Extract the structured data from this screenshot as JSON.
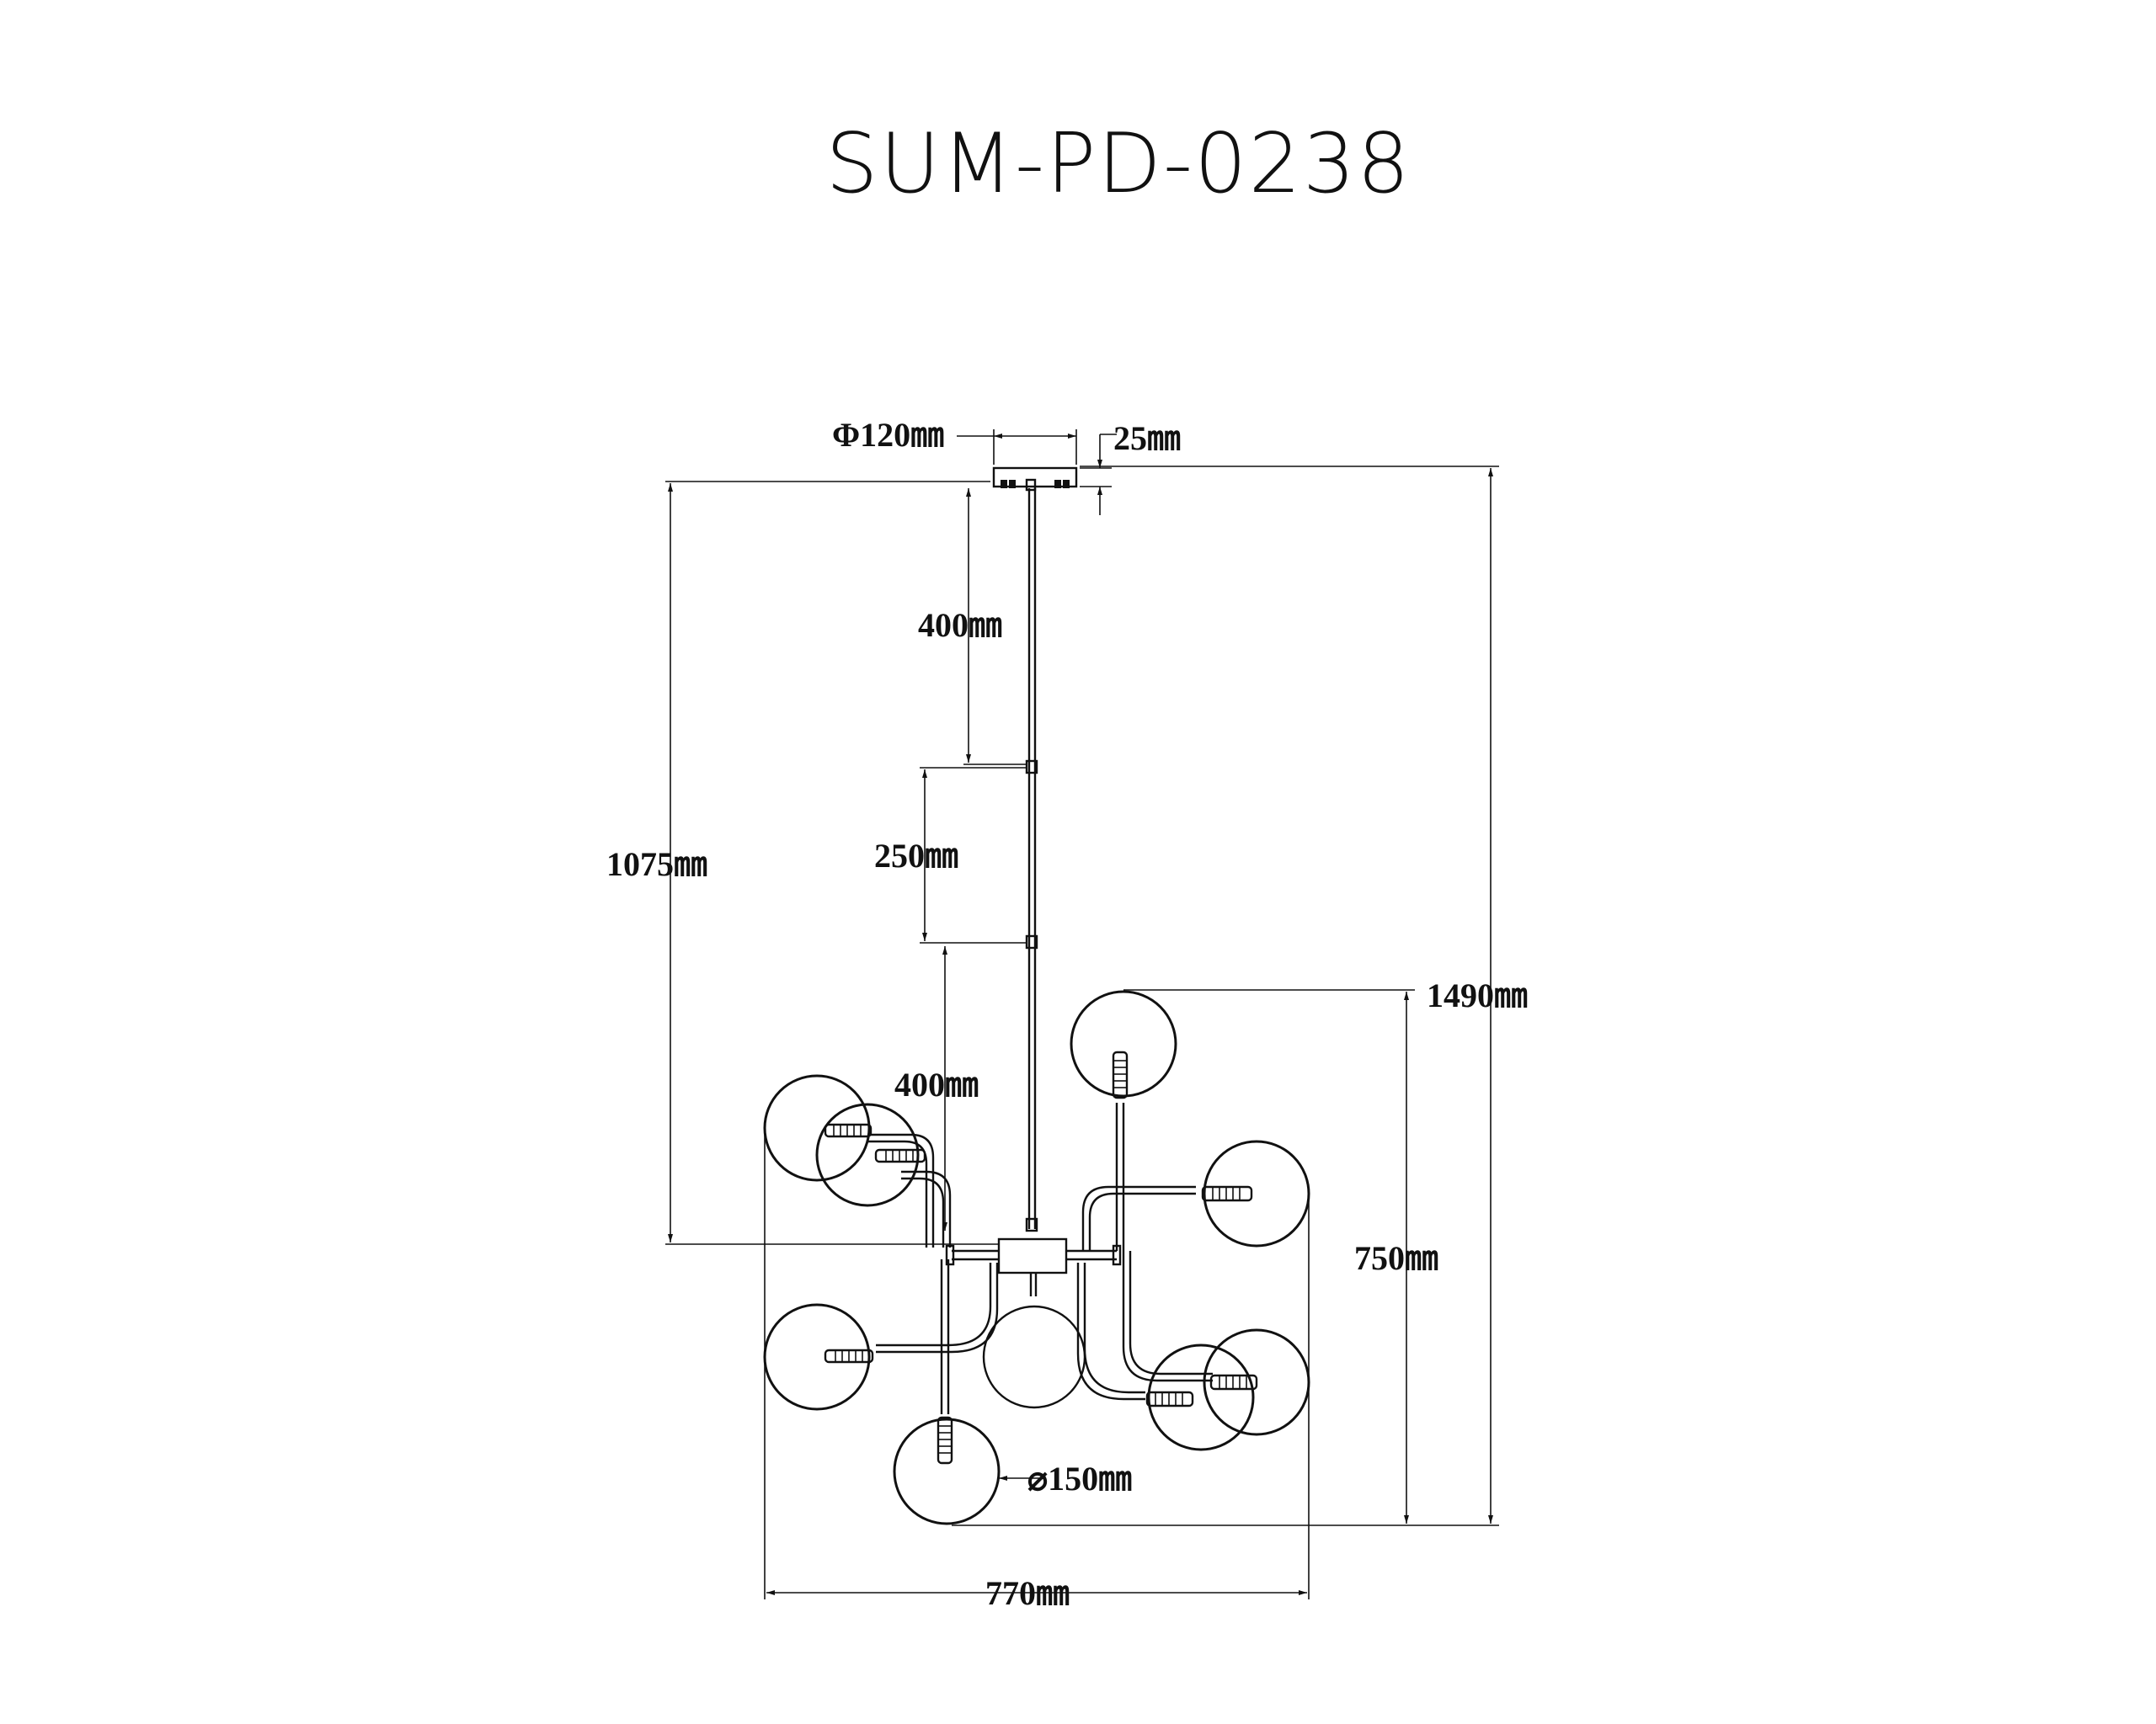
{
  "title": "SUM-PD-0238",
  "dimensions": {
    "canopy_diameter": "Φ120㎜",
    "canopy_height": "25㎜",
    "rod_upper": "400㎜",
    "rod_middle": "250㎜",
    "rod_lower": "400㎜",
    "drop_length": "1075㎜",
    "total_height": "1490㎜",
    "body_height": "750㎜",
    "globe_diameter": "⌀150㎜",
    "total_width": "770㎜"
  },
  "colors": {
    "line": "#111111",
    "background": "#ffffff"
  }
}
